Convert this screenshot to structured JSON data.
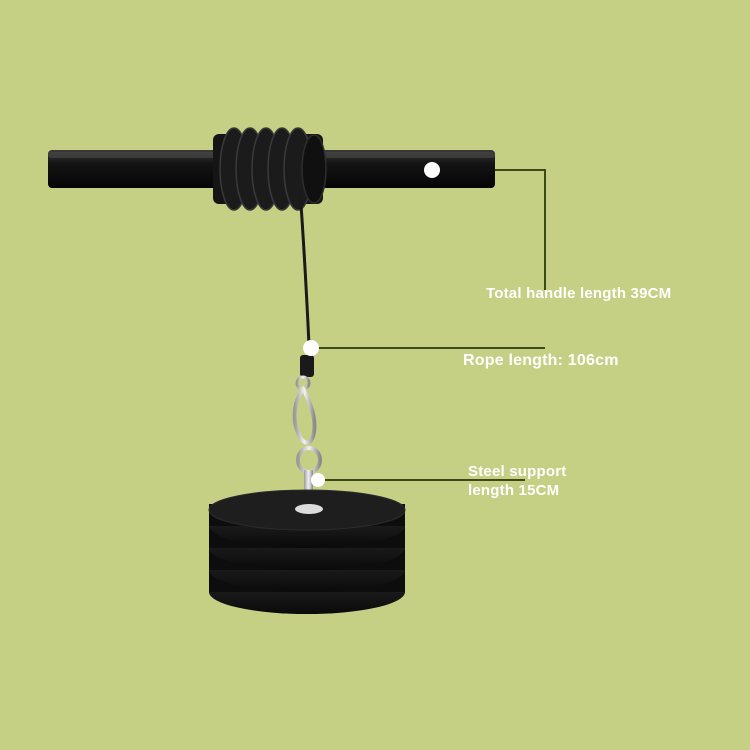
{
  "colors": {
    "background": "#c6d084",
    "leader_line": "#3c4a1a",
    "product": "#111111",
    "label_text": "#ffffff"
  },
  "annotations": {
    "handle": {
      "text": "Total handle length 39CM"
    },
    "rope": {
      "text": "Rope length: 106cm"
    },
    "steel_support": {
      "line1": "Steel support",
      "line2": "length 15CM"
    }
  },
  "product_parts": {
    "handle": "wrist-roller-handle",
    "spool": "rope-spool",
    "rope": "rope",
    "hook": "carabiner-hook",
    "weight_plates": {
      "count": 4
    }
  }
}
